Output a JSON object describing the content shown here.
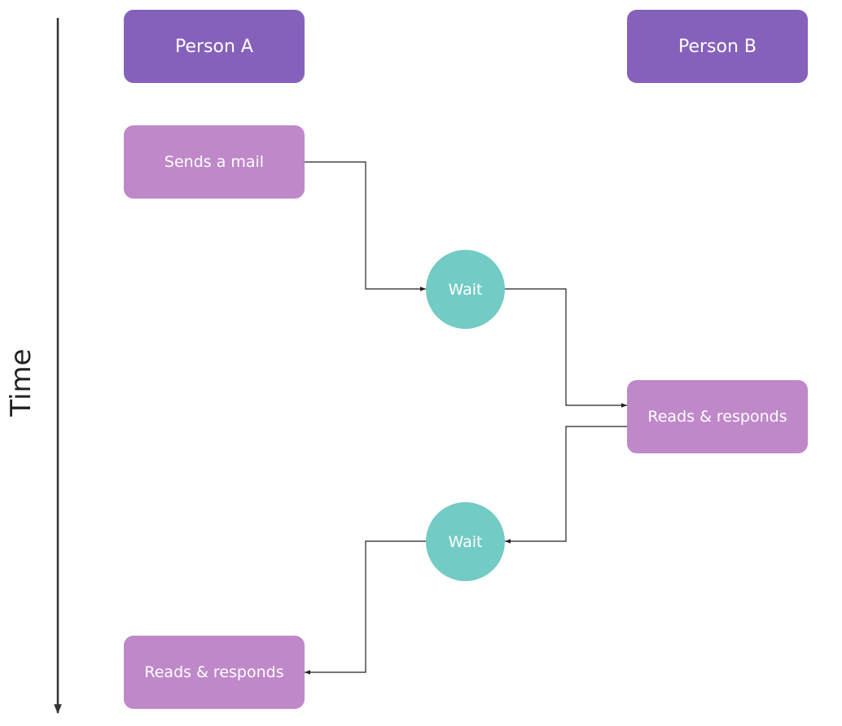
{
  "time_axis": {
    "label": "Time"
  },
  "lanes": {
    "person_a": {
      "label": "Person A"
    },
    "person_b": {
      "label": "Person B"
    }
  },
  "steps": {
    "a_send": {
      "label": "Sends a mail"
    },
    "wait_1": {
      "label": "Wait"
    },
    "b_respond": {
      "label": "Reads & responds"
    },
    "wait_2": {
      "label": "Wait"
    },
    "a_respond": {
      "label": "Reads & responds"
    }
  },
  "colors": {
    "header": "#8661BC",
    "action": "#BF88C9",
    "wait": "#72CBC4",
    "connector": "#222222",
    "axis": "#333333"
  }
}
